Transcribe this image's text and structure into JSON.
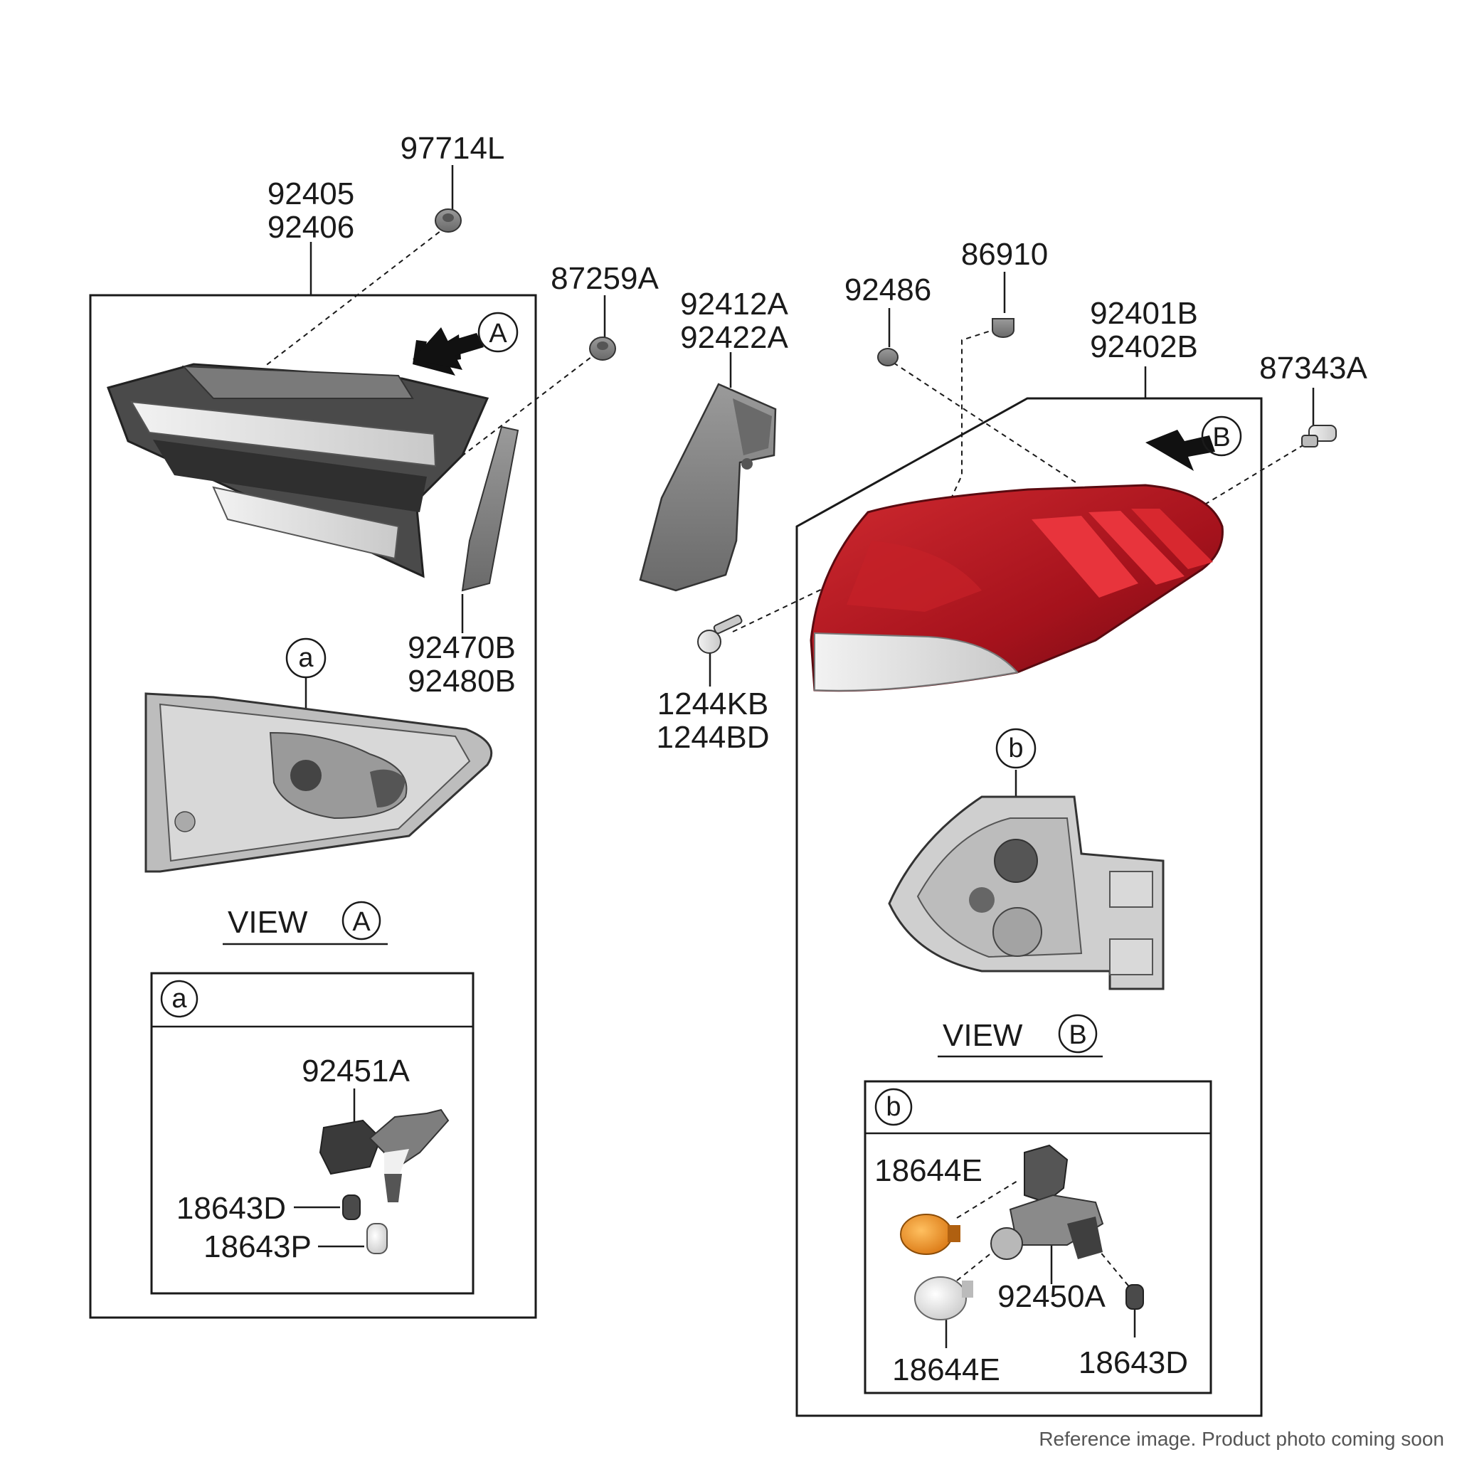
{
  "labels": {
    "p97714L": "97714L",
    "p92405": "92405",
    "p92406": "92406",
    "p87259A": "87259A",
    "p92412A": "92412A",
    "p92422A": "92422A",
    "p92486": "92486",
    "p86910": "86910",
    "p92401B": "92401B",
    "p92402B": "92402B",
    "p87343A": "87343A",
    "p92470B": "92470B",
    "p92480B": "92480B",
    "p1244KB": "1244KB",
    "p1244BD": "1244BD",
    "p92451A": "92451A",
    "p18643D_a": "18643D",
    "p18643P": "18643P",
    "p18644E_top": "18644E",
    "p18644E_bottom": "18644E",
    "p92450A": "92450A",
    "p18643D_b": "18643D"
  },
  "views": {
    "view_word": "VIEW",
    "view_a_letter": "A",
    "view_b_letter": "B"
  },
  "callouts": {
    "arrow_a": "A",
    "arrow_b": "B",
    "detail_a": "a",
    "detail_b": "b",
    "box_a": "a",
    "box_b": "b"
  },
  "footer": {
    "note": "Reference image. Product photo coming soon"
  },
  "colors": {
    "lamp_red": "#b01820",
    "lamp_dark_red": "#6e0c14",
    "bulb_amber": "#e8891a",
    "part_gray": "#8a8a8a"
  }
}
